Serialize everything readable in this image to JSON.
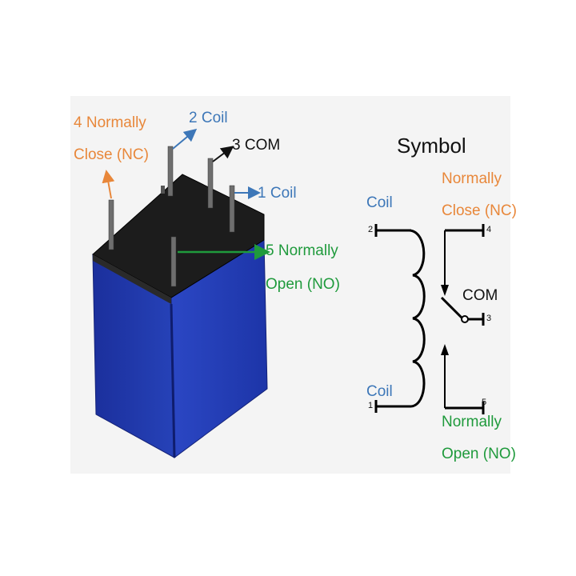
{
  "relay": {
    "pin4_line1": "4 Normally",
    "pin4_line2": "Close (NC)",
    "pin2": "2 Coil",
    "pin3": "3 COM",
    "pin1": "1 Coil",
    "pin5_line1": "5 Normally",
    "pin5_line2": "Open (NO)"
  },
  "symbol": {
    "title": "Symbol",
    "coil_top": "Coil",
    "coil_bottom": "Coil",
    "nc_line1": "Normally",
    "nc_line2": "Close (NC)",
    "com": "COM",
    "no_line1": "Normally",
    "no_line2": "Open (NO)",
    "pin_2": "2",
    "pin_1": "1",
    "pin_4": "4",
    "pin_3": "3",
    "pin_5": "5"
  },
  "colors": {
    "nc": "#e8873a",
    "coil": "#3d77b8",
    "no": "#1f9a3c",
    "relay_body": "#1f3aa8",
    "relay_top": "#1c1c1c"
  }
}
